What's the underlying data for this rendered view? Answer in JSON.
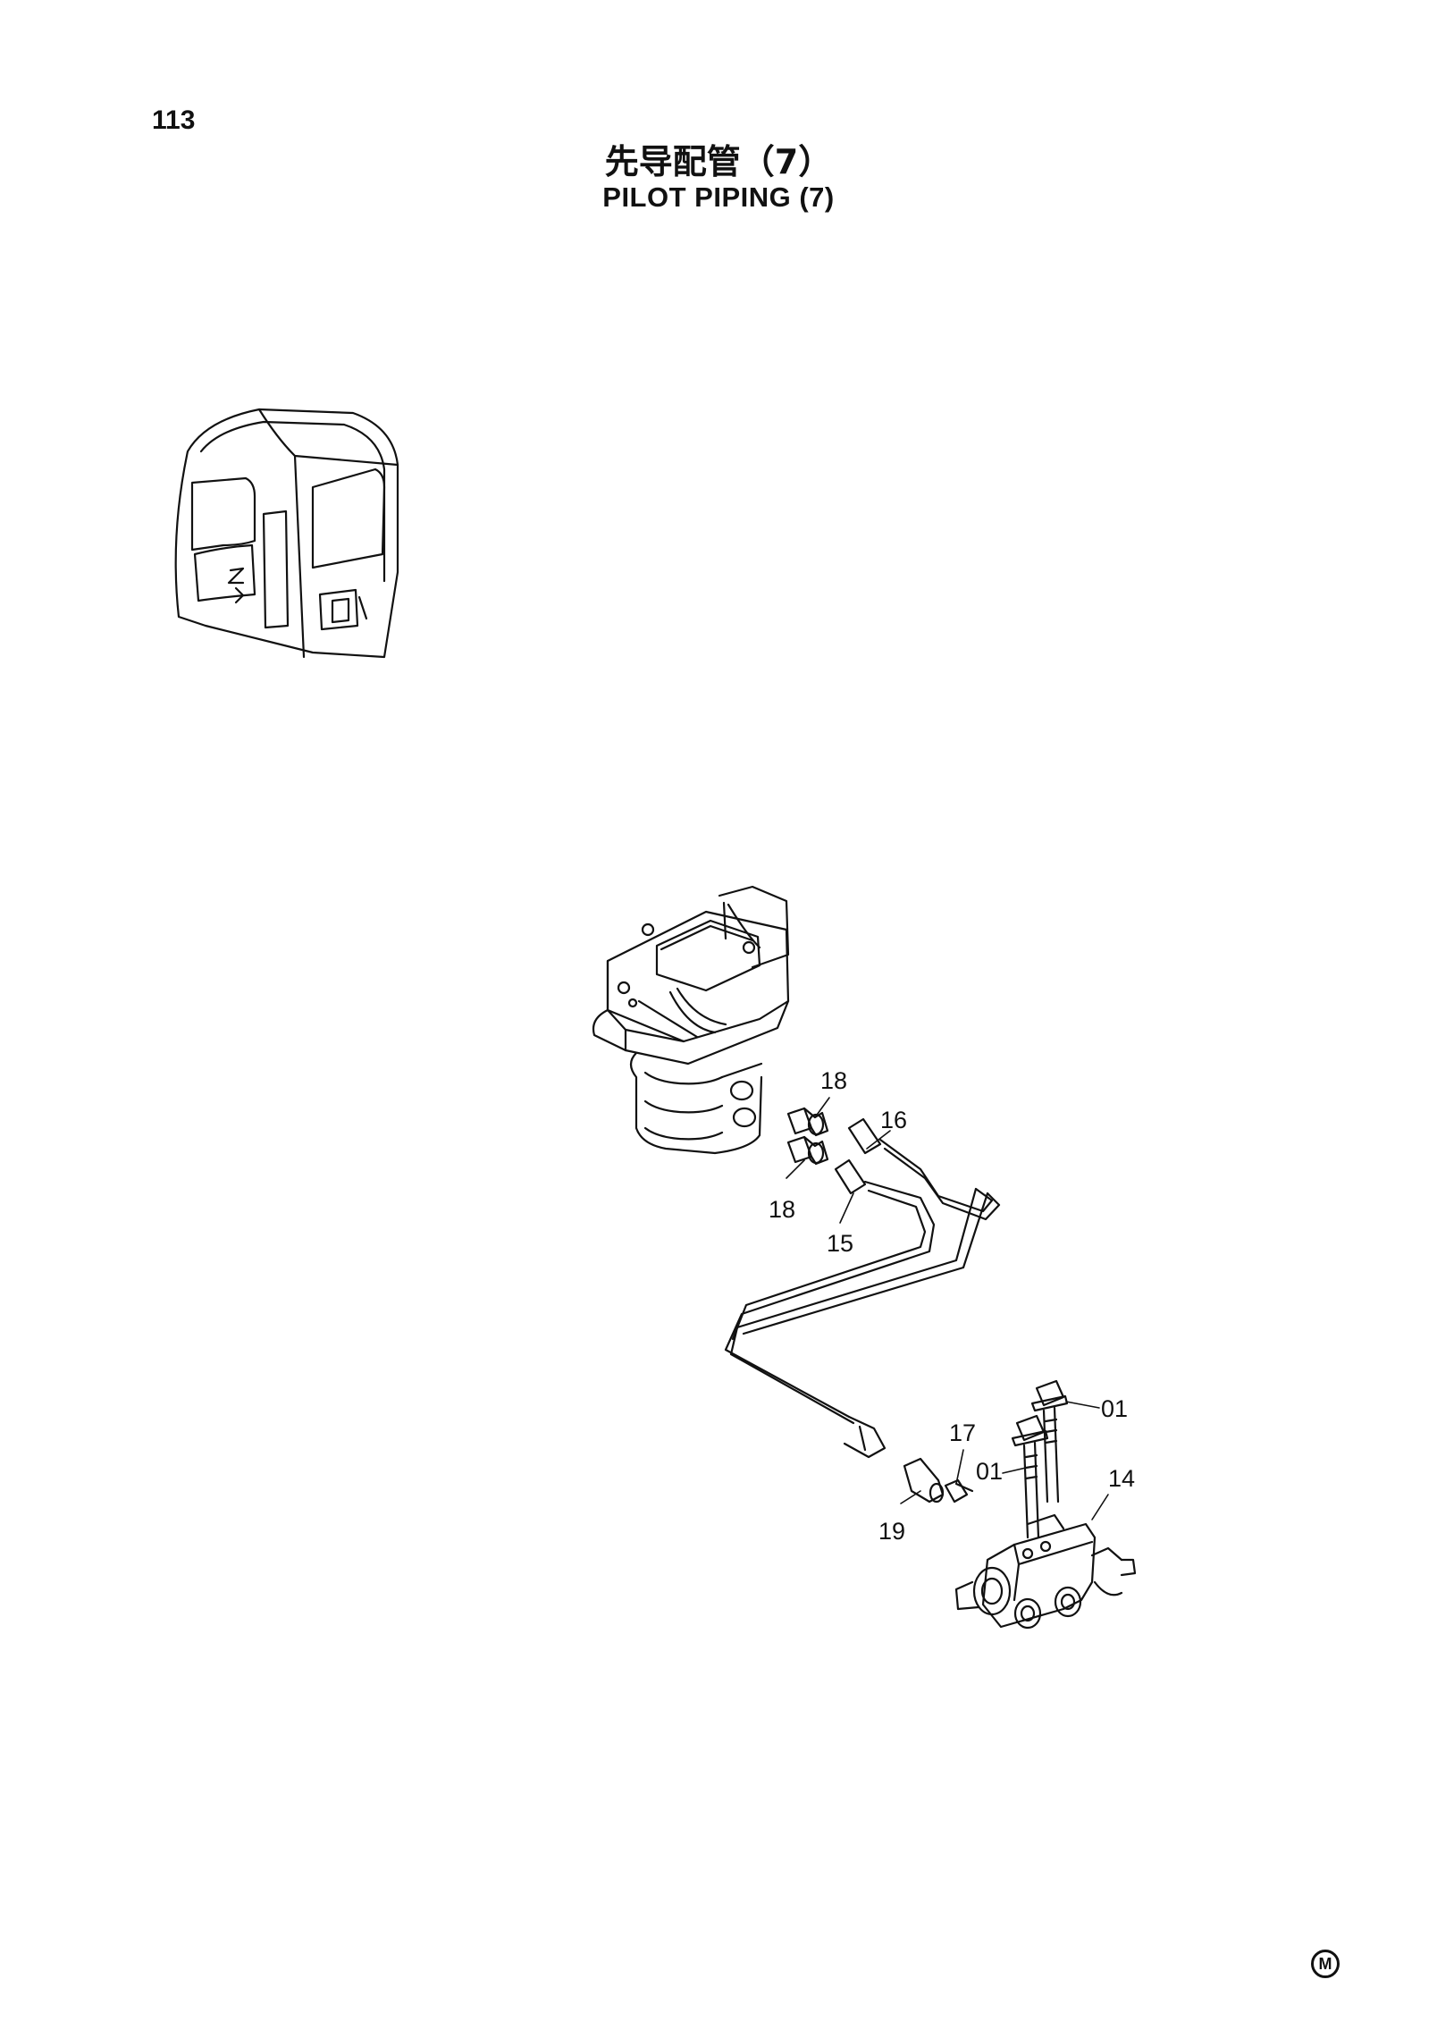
{
  "page": {
    "number": "113"
  },
  "title": {
    "chinese": "先导配管（7）",
    "english": "PILOT  PIPING (7)"
  },
  "callouts": {
    "c01a": "01",
    "c01b": "01",
    "c14": "14",
    "c15": "15",
    "c16": "16",
    "c17": "17",
    "c18a": "18",
    "c18b": "18",
    "c19": "19"
  },
  "corner_mark": "M"
}
